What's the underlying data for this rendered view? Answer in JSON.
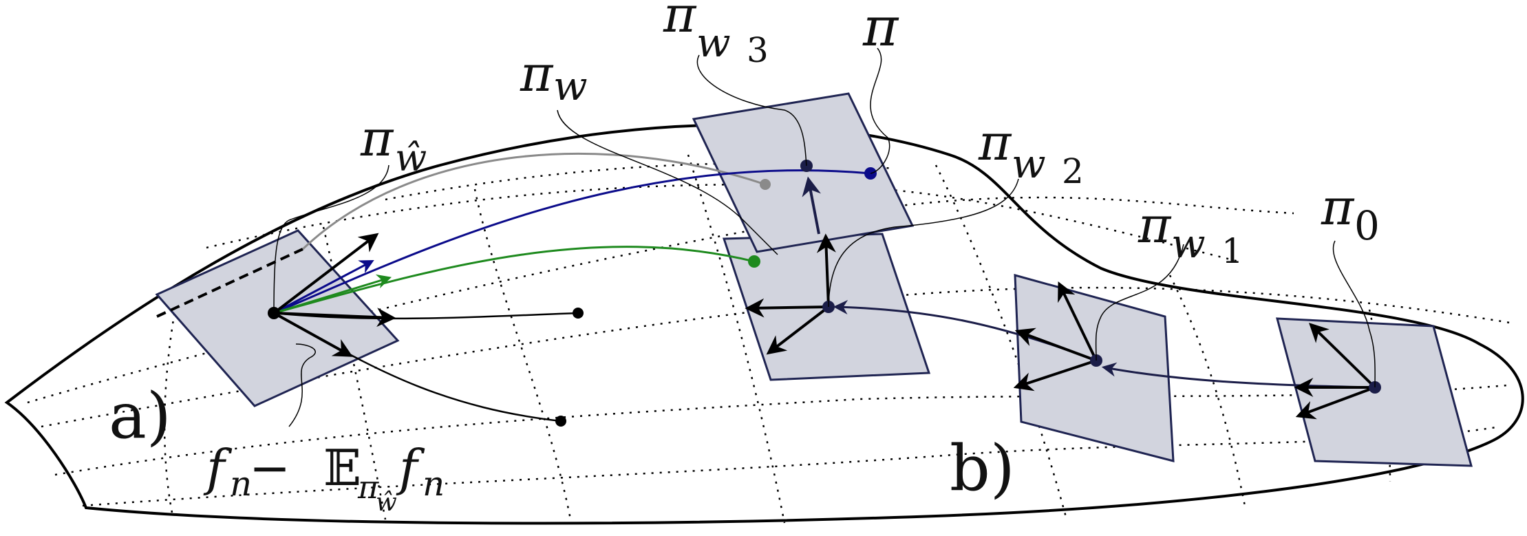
{
  "labels": {
    "pi_what": {
      "base": "π",
      "sub": "ŵ"
    },
    "pi_w": {
      "base": "π",
      "sub": "w"
    },
    "pi_w3": {
      "base": "π",
      "sub": "w",
      "subsub": "3"
    },
    "pi": {
      "base": "π"
    },
    "pi_w2": {
      "base": "π",
      "sub": "w",
      "subsub": "2"
    },
    "pi_w1": {
      "base": "π",
      "sub": "w",
      "subsub": "1"
    },
    "pi_0": {
      "base": "π",
      "sub": "0"
    },
    "a": "a)",
    "b": "b)",
    "formula": {
      "f": "f",
      "n": "n",
      "minus": " − ",
      "E": "𝔼",
      "pi": "π",
      "hat_w": "ŵ"
    }
  },
  "colors": {
    "plane_fill": "#d2d4de",
    "plane_edge": "#1f2452",
    "dark_point": "#1b1d48",
    "blue_curve": "#0b0b8a",
    "green_curve": "#1e8a1e",
    "gray_curve": "#8a8a8a",
    "black": "#000000"
  }
}
